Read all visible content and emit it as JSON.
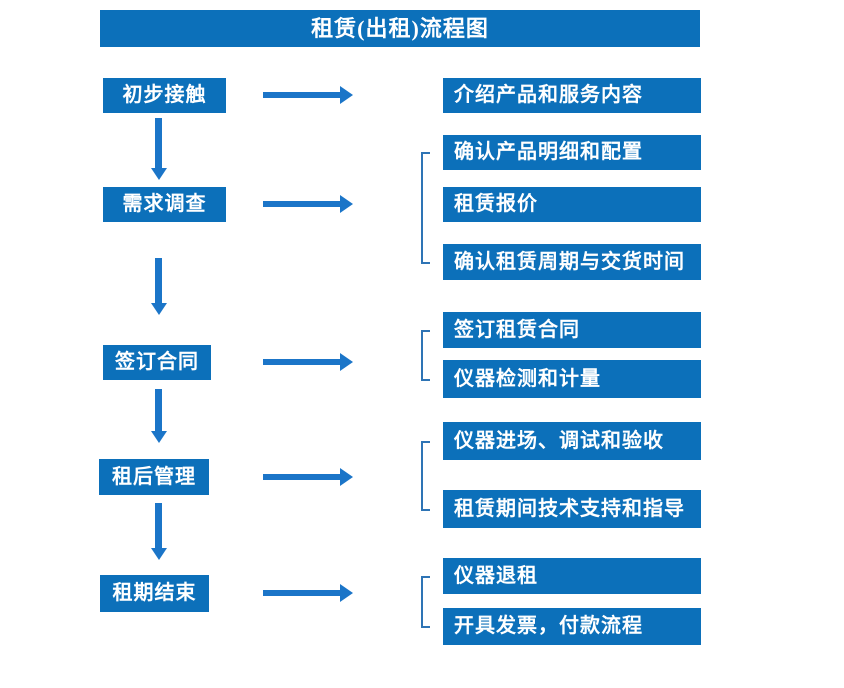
{
  "title": "租赁(出租)流程图",
  "stages": [
    {
      "label": "初步接触",
      "outputs": [
        "介绍产品和服务内容"
      ]
    },
    {
      "label": "需求调查",
      "outputs": [
        "确认产品明细和配置",
        "租赁报价",
        "确认租赁周期与交货时间"
      ]
    },
    {
      "label": "签订合同",
      "outputs": [
        "签订租赁合同",
        "仪器检测和计量"
      ]
    },
    {
      "label": "租后管理",
      "outputs": [
        "仪器进场、调试和验收",
        "租赁期间技术支持和指导"
      ]
    },
    {
      "label": "租期结束",
      "outputs": [
        "仪器退租",
        "开具发票，付款流程"
      ]
    }
  ],
  "colors": {
    "box_blue": "#0C70BA",
    "arrow_blue": "#1B75C8",
    "bracket_blue": "#2E74B5",
    "text_white": "#FFFFFF",
    "background": "#FFFFFF"
  }
}
